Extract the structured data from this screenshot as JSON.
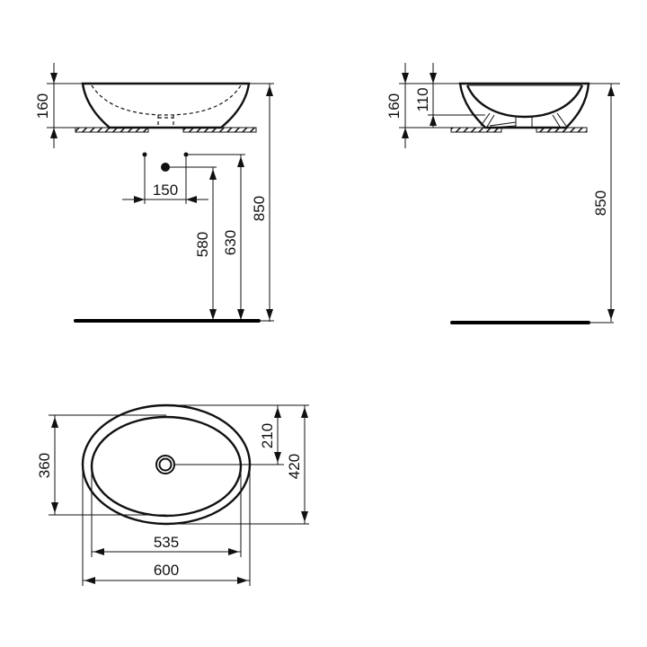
{
  "drawing": {
    "front_view": {
      "dimensions": {
        "basin_height": "160",
        "tap_spacing": "150",
        "waste_height": "580",
        "tap_height": "630",
        "rim_height": "850"
      }
    },
    "side_view": {
      "dimensions": {
        "basin_height": "160",
        "bowl_depth": "110",
        "rim_height": "850"
      }
    },
    "top_view": {
      "dimensions": {
        "inner_width": "360",
        "center_offset": "210",
        "outer_width": "420",
        "inner_length": "535",
        "outer_length": "600"
      }
    },
    "colors": {
      "line": "#111111",
      "background": "#ffffff"
    }
  }
}
